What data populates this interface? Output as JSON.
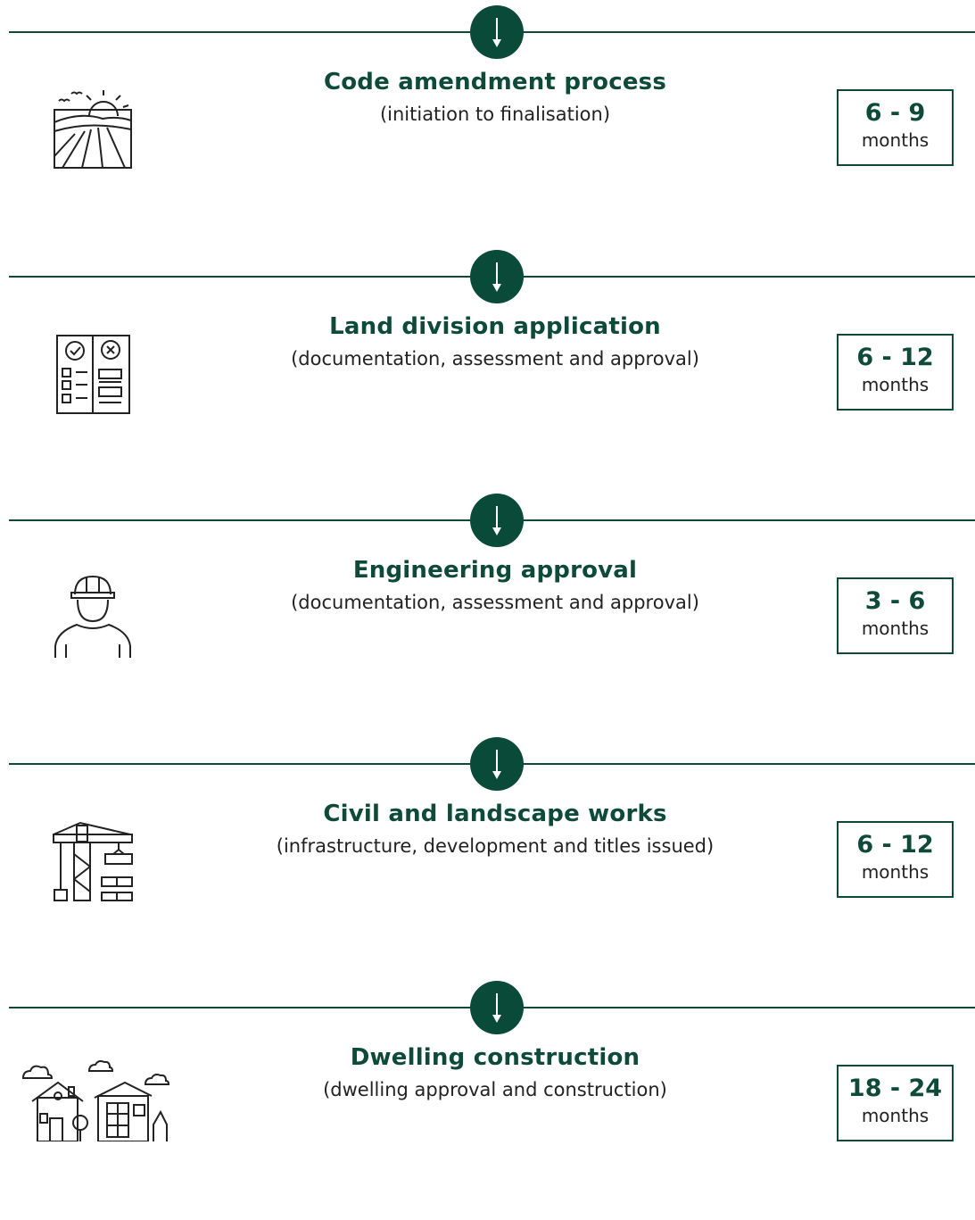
{
  "colors": {
    "accent": "#0e4a38",
    "arrow_circle": "#0a4a38",
    "text": "#222222"
  },
  "steps": [
    {
      "icon": "farmland-icon",
      "title": "Code amendment process",
      "subtitle": "(initiation to finalisation)",
      "range": "6 - 9",
      "unit": "months"
    },
    {
      "icon": "checklist-icon",
      "title": "Land division application",
      "subtitle": "(documentation, assessment and approval)",
      "range": "6 - 12",
      "unit": "months"
    },
    {
      "icon": "engineer-icon",
      "title": "Engineering approval",
      "subtitle": "(documentation, assessment and approval)",
      "range": "3 - 6",
      "unit": "months"
    },
    {
      "icon": "crane-icon",
      "title": "Civil and landscape works",
      "subtitle": "(infrastructure, development and titles issued)",
      "range": "6 - 12",
      "unit": "months"
    },
    {
      "icon": "houses-icon",
      "title": "Dwelling construction",
      "subtitle": "(dwelling approval and construction)",
      "range": "18 - 24",
      "unit": "months"
    }
  ]
}
